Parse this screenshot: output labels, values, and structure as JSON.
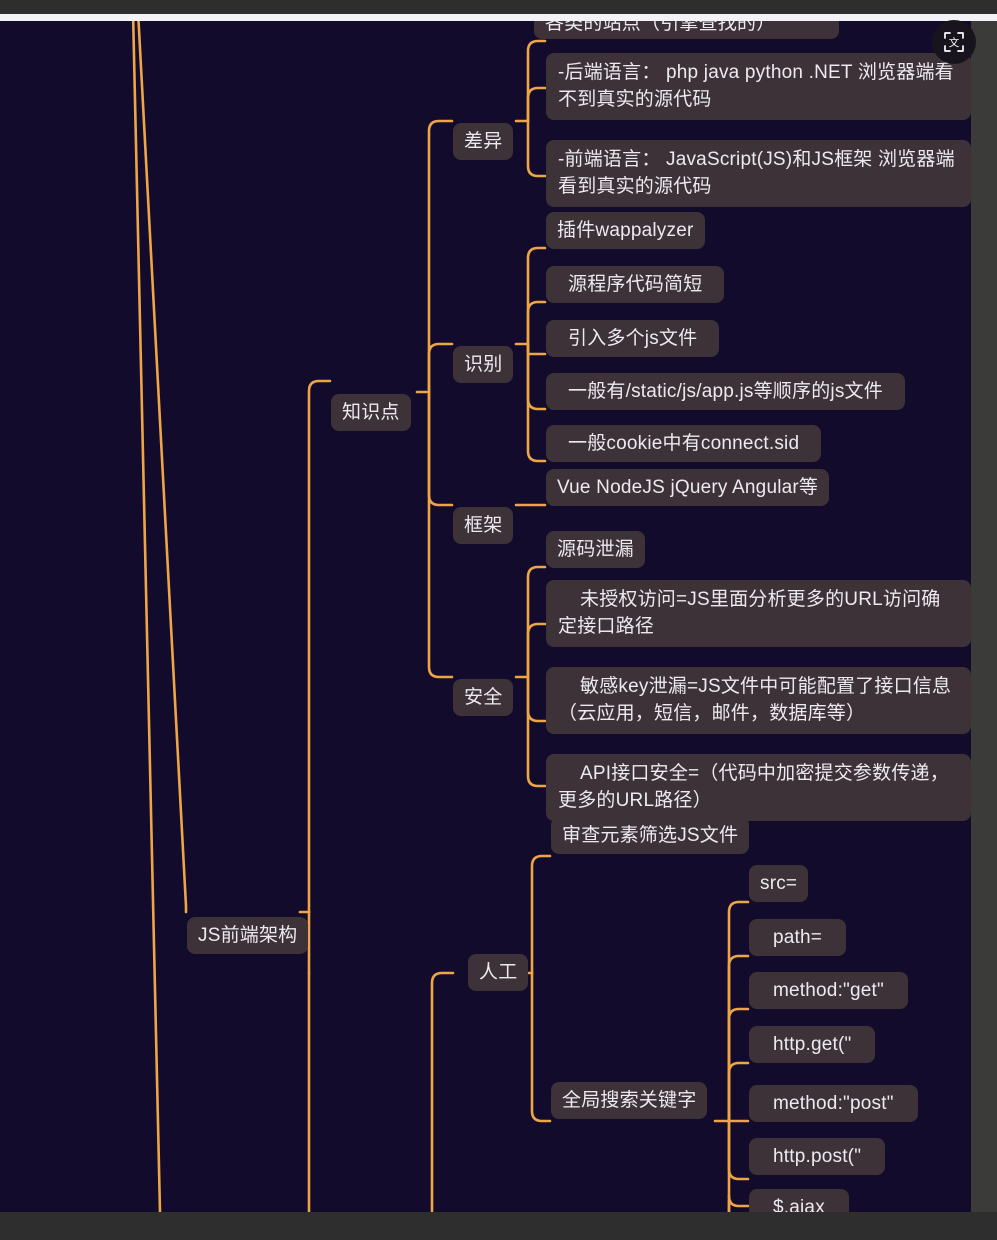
{
  "app": {
    "canvas_background": "#130b2b",
    "node_background": "#3d3238",
    "branch_color": "#eda545",
    "text_color": "#eceaf0"
  },
  "floating_button": {
    "name": "translate-button",
    "icon": "translate-text-icon",
    "glyph": "文"
  },
  "mindmap": {
    "root_visible_node": "JS前端架构",
    "nodes": {
      "js_frontend": "JS前端架构",
      "knowledge": "知识点",
      "difference": "差异",
      "identify": "识别",
      "framework": "框架",
      "security": "安全",
      "manual": "人工"
    },
    "cutoff_top_node": "各类的站点（引擎查找的）",
    "difference_items": [
      "-后端语言： php java python .NET 浏览器端看不到真实的源代码",
      "-前端语言： JavaScript(JS)和JS框架 浏览器端看到真实的源代码"
    ],
    "identify_items": [
      "插件wappalyzer",
      "源程序代码简短",
      "引入多个js文件",
      "一般有/static/js/app.js等顺序的js文件",
      "一般cookie中有connect.sid"
    ],
    "framework_items": [
      "Vue NodeJS jQuery Angular等"
    ],
    "security_items": [
      "源码泄漏",
      "未授权访问=JS里面分析更多的URL访问确定接口路径",
      "敏感key泄漏=JS文件中可能配置了接口信息（云应用，短信，邮件，数据库等）",
      "API接口安全=（代码中加密提交参数传递，更多的URL路径）"
    ],
    "manual_items": [
      "审查元素筛选JS文件",
      "全局搜索关键字"
    ],
    "search_keywords": [
      "src=",
      "path=",
      "method:\"get\"",
      "http.get(\"",
      "method:\"post\"",
      "http.post(\"",
      "$.ajax"
    ]
  }
}
